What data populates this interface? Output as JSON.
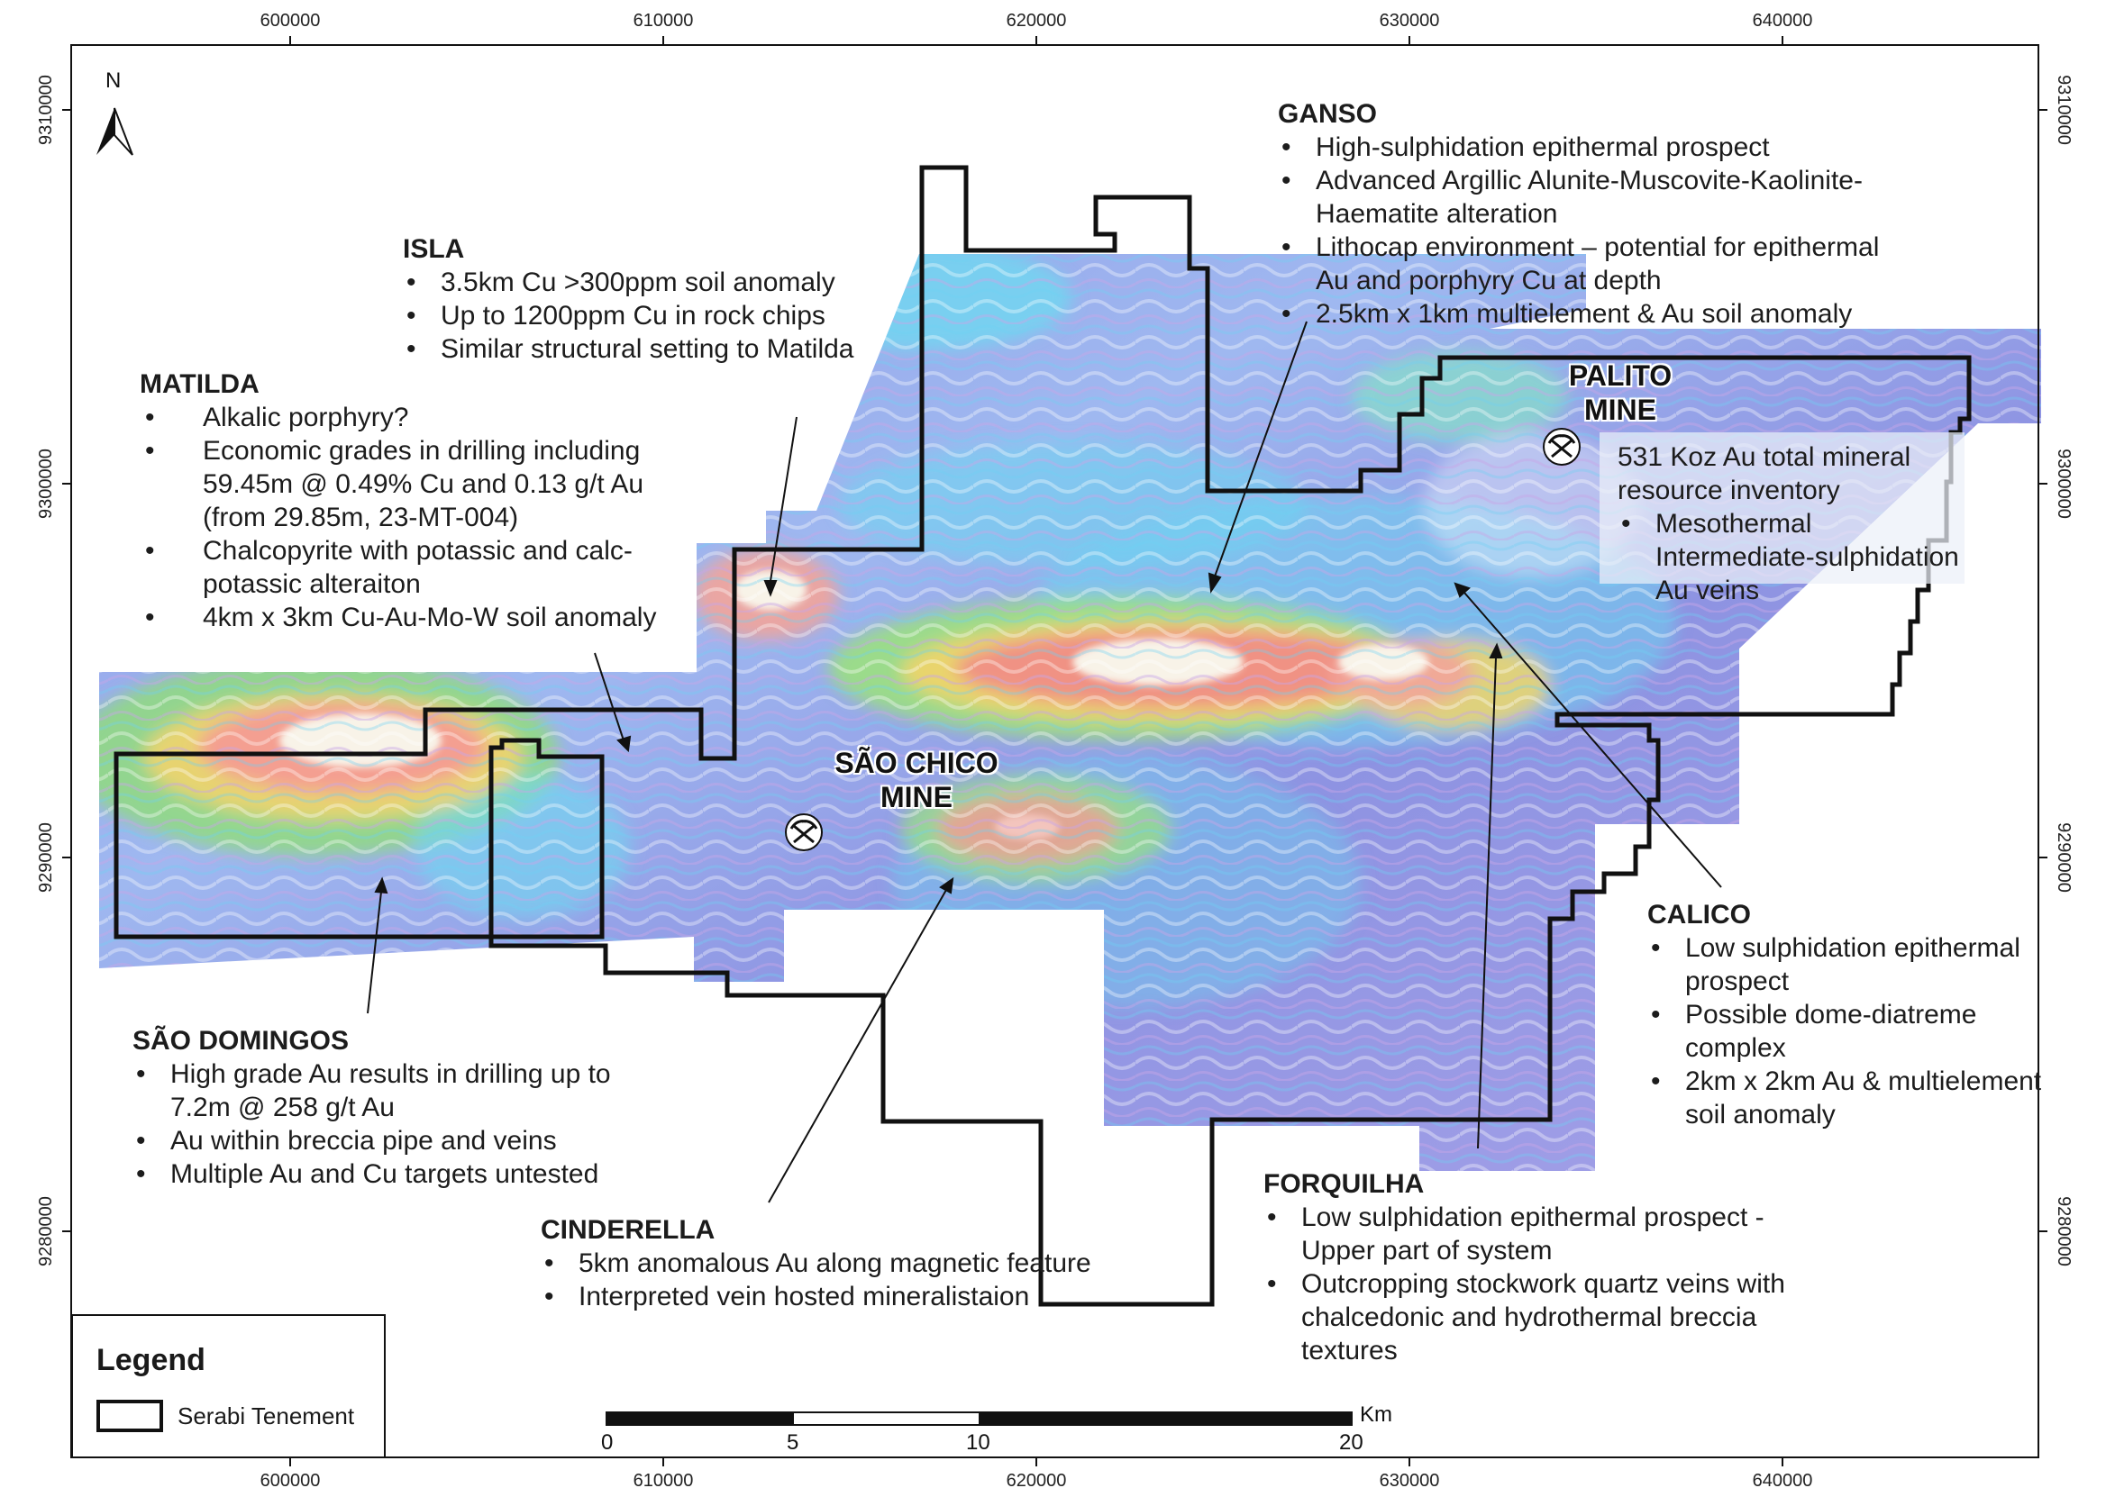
{
  "map": {
    "x_ticks_top": [
      "600000",
      "610000",
      "620000",
      "630000",
      "640000"
    ],
    "x_ticks_bottom": [
      "600000",
      "610000",
      "620000",
      "630000",
      "640000"
    ],
    "y_ticks_left": [
      "9310000",
      "9300000",
      "9290000",
      "9280000"
    ],
    "y_ticks_right": [
      "9310000",
      "9300000",
      "9290000",
      "9280000"
    ],
    "north_label": "N"
  },
  "annotations": {
    "isla": {
      "title": "ISLA",
      "bullets": [
        "3.5km Cu >300ppm soil anomaly",
        "Up to 1200ppm Cu in rock chips",
        "Similar structural setting to Matilda"
      ]
    },
    "matilda": {
      "title": "MATILDA",
      "bullets": [
        "Alkalic porphyry?",
        "Economic grades in drilling including 59.45m @ 0.49% Cu and 0.13 g/t Au (from 29.85m, 23-MT-004)",
        "Chalcopyrite with potassic and calc-potassic alteraiton",
        "4km x 3km Cu-Au-Mo-W soil anomaly"
      ]
    },
    "ganso": {
      "title": "GANSO",
      "bullets": [
        "High-sulphidation epithermal prospect",
        "Advanced Argillic Alunite-Muscovite-Kaolinite-Haematite alteration",
        "Lithocap environment – potential for epithermal Au and porphyry Cu at depth",
        "2.5km x 1km multielement & Au soil anomaly"
      ]
    },
    "palito": {
      "title": "PALITO MINE",
      "summary": "531 Koz Au total mineral resource inventory",
      "bullets": [
        "Mesothermal Intermediate-sulphidation Au veins"
      ]
    },
    "sao_chico": {
      "title": "SÃO CHICO MINE"
    },
    "calico": {
      "title": "CALICO",
      "bullets": [
        "Low sulphidation epithermal prospect",
        "Possible dome-diatreme complex",
        "2km x 2km Au & multielement soil anomaly"
      ]
    },
    "sao_domingos": {
      "title": "SÃO DOMINGOS",
      "bullets": [
        "High grade Au results in drilling up to 7.2m @ 258 g/t Au",
        "Au within breccia pipe and veins",
        "Multiple Au and Cu targets untested"
      ]
    },
    "cinderella": {
      "title": "CINDERELLA",
      "bullets": [
        "5km anomalous Au along magnetic feature",
        "Interpreted vein hosted mineralistaion"
      ]
    },
    "forquilha": {
      "title": "FORQUILHA",
      "bullets": [
        "Low sulphidation epithermal prospect -Upper part of system",
        "Outcropping stockwork quartz veins with chalcedonic and hydrothermal breccia textures"
      ]
    }
  },
  "legend": {
    "title": "Legend",
    "item_label": "Serabi Tenement"
  },
  "scale_bar": {
    "labels": [
      "0",
      "5",
      "10",
      "20"
    ],
    "unit": "Km"
  },
  "colors": {
    "tenement_outline": "#111111",
    "magnetic_low": "#7a86e0",
    "magnetic_mid": "#5fc4ee",
    "magnetic_high": "#f4b0a8",
    "magnetic_peak": "#f7f3ea"
  }
}
